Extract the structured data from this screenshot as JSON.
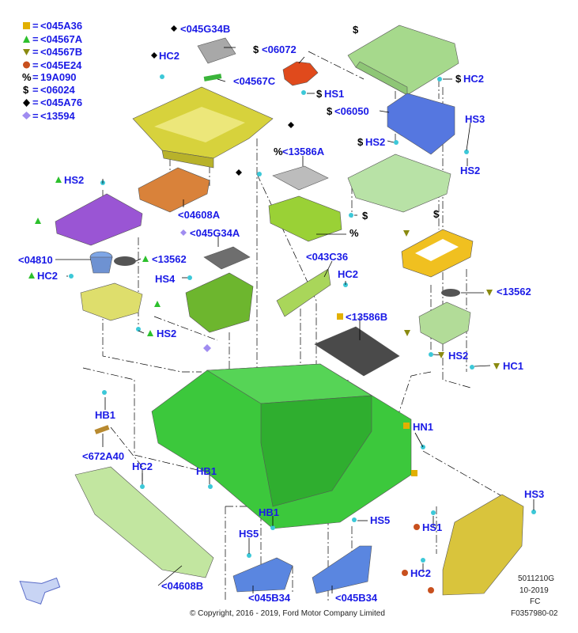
{
  "legend": [
    {
      "symbol": "square",
      "color": "#e2b000",
      "text": "<045A36"
    },
    {
      "symbol": "triangle-up",
      "color": "#2cc02c",
      "text": "<04567A"
    },
    {
      "symbol": "triangle-down",
      "color": "#8a8a10",
      "text": "<04567B"
    },
    {
      "symbol": "circle",
      "color": "#c8501e",
      "text": "<045E24"
    },
    {
      "symbol": "%",
      "color": "#000000",
      "text": "19A090"
    },
    {
      "symbol": "$",
      "color": "#000000",
      "text": "<06024"
    },
    {
      "symbol": "diamond",
      "color": "#000000",
      "text": "<045A76"
    },
    {
      "symbol": "diamond",
      "color": "#a08cf0",
      "text": " <13594"
    }
  ],
  "legend_sep": "=",
  "callouts": {
    "c045G34B": "<045G34B",
    "c06072": "<06072",
    "cHC2_top": "HC2",
    "c04567C": "<04567C",
    "cHS1_top": "HS1",
    "cHC2_right": "HC2",
    "c06050": "<06050",
    "cHS3_top": "HS3",
    "cHS2_mid": "HS2",
    "cHS2_right": "HS2",
    "c13586A": "<13586A",
    "cHS2_left": "HS2",
    "c04608A": "<04608A",
    "c045G34A": "<045G34A",
    "c04810": "<04810",
    "c13562_left": "<13562",
    "c043C36": "<043C36",
    "cHC2_left": "HC2",
    "cHC2_mid": "HC2",
    "cHS4": "HS4",
    "c13562_right": "<13562",
    "cHS2_lower": "HS2",
    "c13586B": "<13586B",
    "cHS2_rlower": "HS2",
    "cHC1": "HC1",
    "cHB1_left": "HB1",
    "cHN1": "HN1",
    "c672A40": "<672A40",
    "cHC2_bottom": "HC2",
    "cHB1_mid": "HB1",
    "cHS3_bottom": "HS3",
    "cHB1_low": "HB1",
    "cHS5_left": "HS5",
    "cHS5_right": "HS5",
    "cHS1_bottom": "HS1",
    "cHC2_br": "HC2",
    "c04608B": "<04608B",
    "c045B34_left": "<045B34",
    "c045B34_right": "<045B34"
  },
  "markers": {
    "dollar": "$",
    "percent": "%"
  },
  "footer": {
    "copyright": "© Copyright, 2016 - 2019, Ford Motor Company Limited",
    "code1": "5011210G",
    "code2": "10-2019",
    "code3": "FC",
    "code4": "F0357980-02"
  }
}
